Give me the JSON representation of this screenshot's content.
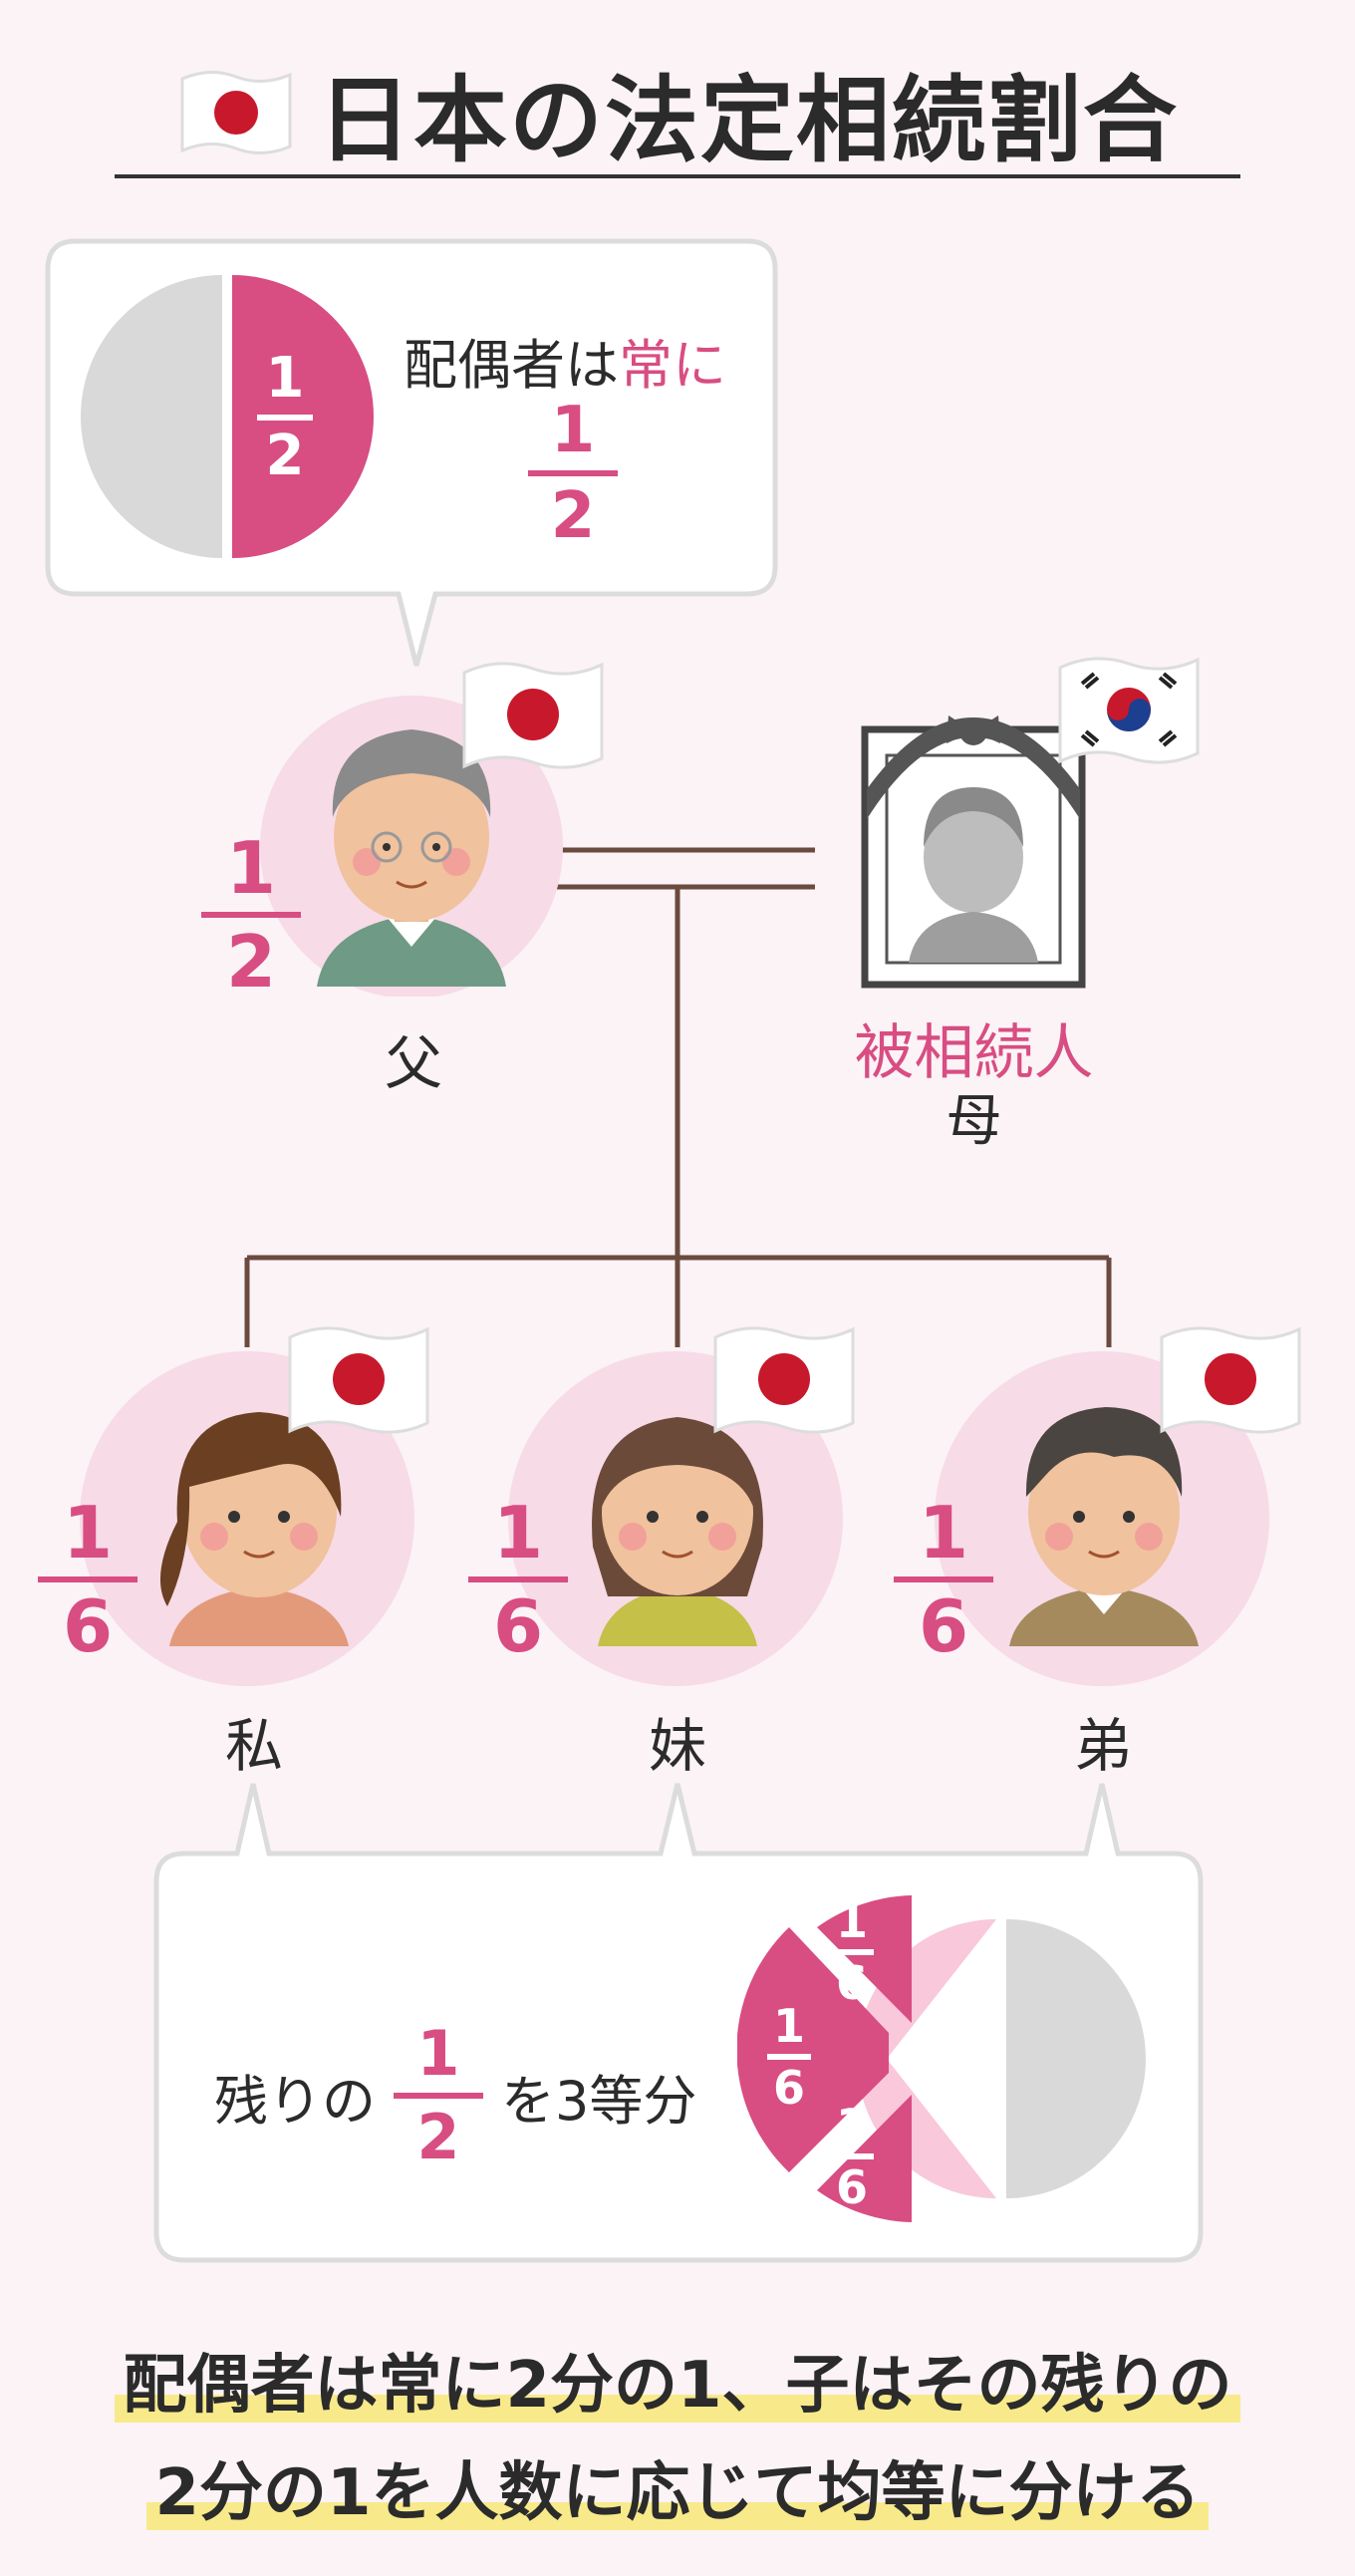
{
  "title": "日本の法定相続割合",
  "spouse_bubble": {
    "text_prefix": "配偶者は",
    "text_highlight": "常に",
    "pie_label": {
      "num": "1",
      "den": "2"
    },
    "fraction": {
      "num": "1",
      "den": "2"
    }
  },
  "people": {
    "father": {
      "label": "父",
      "share": {
        "num": "1",
        "den": "2"
      }
    },
    "deceased": {
      "role": "被相続人",
      "label": "母"
    },
    "me": {
      "label": "私",
      "share": {
        "num": "1",
        "den": "6"
      }
    },
    "sister": {
      "label": "妹",
      "share": {
        "num": "1",
        "den": "6"
      }
    },
    "brother": {
      "label": "弟",
      "share": {
        "num": "1",
        "den": "6"
      }
    }
  },
  "children_bubble": {
    "text_before": "残りの",
    "text_after": "を3等分",
    "fraction": {
      "num": "1",
      "den": "2"
    },
    "pie_slices": [
      {
        "num": "1",
        "den": "6"
      },
      {
        "num": "1",
        "den": "6"
      },
      {
        "num": "1",
        "den": "6"
      }
    ],
    "pie_half": {
      "num": "1",
      "den": "2"
    }
  },
  "summary": {
    "line1": "配偶者は常に2分の1、子はその残りの",
    "line2": "2分の1を人数に応じて均等に分ける"
  },
  "colors": {
    "accent": "#d84d82",
    "light_pink": "#f9c8da",
    "circle_pink": "#f7dbe7",
    "gray": "#d9d9d9",
    "line_brown": "#6b4a3f",
    "highlight": "#f8ea8b"
  }
}
